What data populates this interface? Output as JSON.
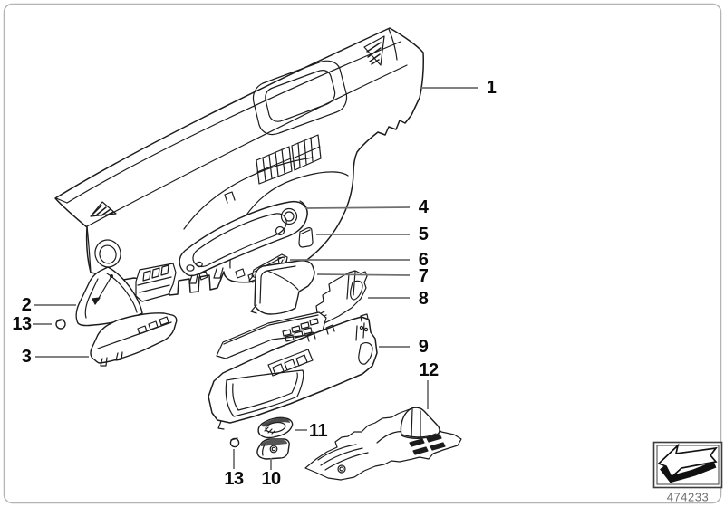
{
  "figure": {
    "diagram_number": "474233"
  },
  "colors": {
    "line": "#1c1c1c",
    "leader": "#6f6f6f",
    "frame": "#b4b4b4",
    "background": "#ffffff",
    "callout_text": "#0a0a0a",
    "diagram_number_text": "#6e6e6e"
  },
  "callouts": [
    {
      "label": "1"
    },
    {
      "label": "2"
    },
    {
      "label": "13"
    },
    {
      "label": "3"
    },
    {
      "label": "4"
    },
    {
      "label": "5"
    },
    {
      "label": "6"
    },
    {
      "label": "7"
    },
    {
      "label": "8"
    },
    {
      "label": "9"
    },
    {
      "label": "12"
    },
    {
      "label": "11"
    },
    {
      "label": "10"
    },
    {
      "label": "13"
    }
  ]
}
